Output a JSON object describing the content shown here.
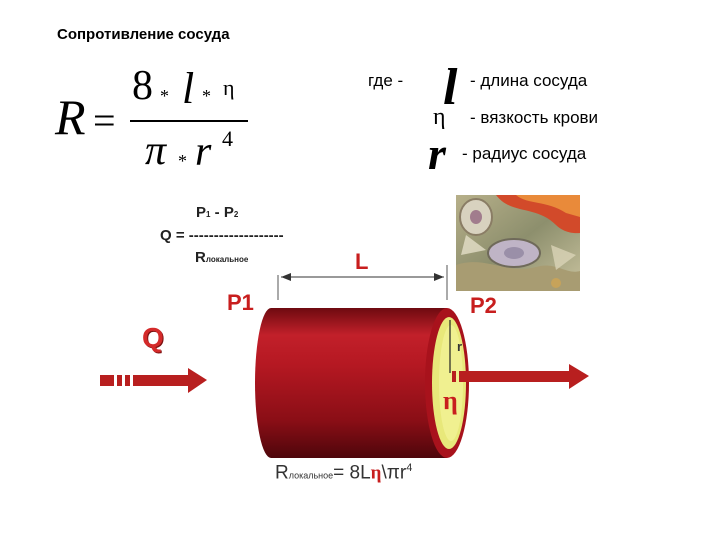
{
  "title": "Сопротивление сосуда",
  "formula": {
    "R": "R",
    "eq": "=",
    "eight": "8",
    "star": "*",
    "l": "l",
    "eta": "η",
    "pi": "π",
    "r": "r",
    "pow": "4"
  },
  "legend": {
    "where": "где -",
    "l_symbol": "l",
    "l_desc": "-  длина сосуда",
    "eta_symbol": "η",
    "eta_desc": "-  вязкость крови",
    "r_symbol": "r",
    "r_desc": "-  радиус сосуда"
  },
  "q_formula": {
    "top": "P",
    "top_sub1": "1",
    "minus": " - ",
    "top_sub2": "2",
    "lhs": "Q = -------------------",
    "denom": "R",
    "denom_sub": "локальное"
  },
  "diagram": {
    "L": "L",
    "P1": "P1",
    "P2": "P2",
    "Q": "Q",
    "r": "r",
    "eta": "η"
  },
  "bottom_formula": {
    "R": "R",
    "sub": "локальное",
    "rest_a": "=  8L",
    "eta": "η",
    "rest_b": "\\πr",
    "pow": "4"
  },
  "colors": {
    "vessel_red": "#a8121c",
    "vessel_dark": "#6e0a10",
    "lumen_yellow": "#e8e87a",
    "label_red": "#c81e1e",
    "arrow_red": "#b81f1f"
  }
}
